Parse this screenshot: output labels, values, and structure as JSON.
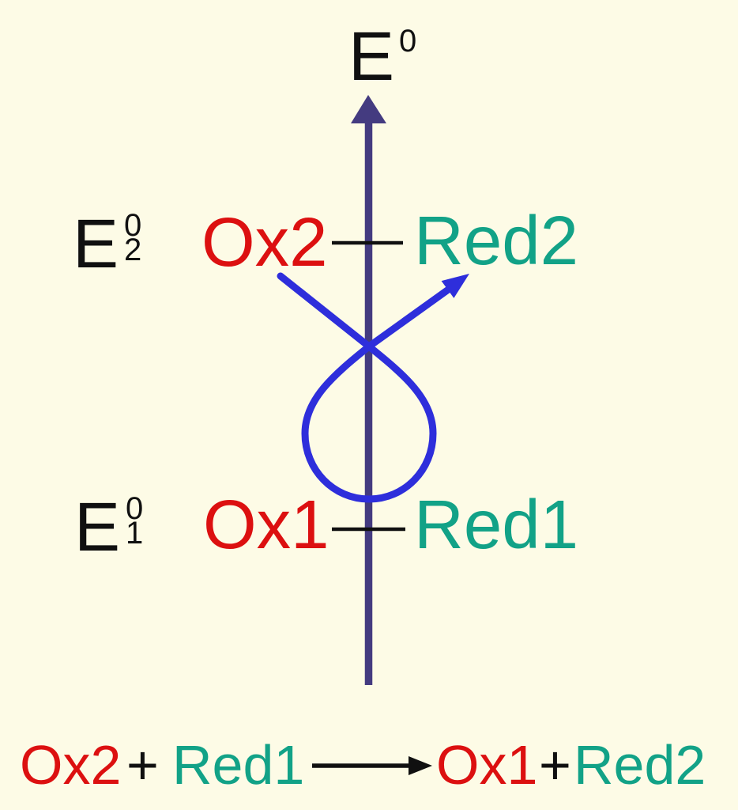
{
  "diagram": {
    "title_semantics": "Redox couples ordered on a standard potential scale with spontaneous electron-transfer reaction",
    "background": "#FDFBE6",
    "colors": {
      "oxidized_species": "#DC1010",
      "reduced_species": "#12A287",
      "potential_axis": "#443B80",
      "transfer_loop_arrow": "#2E2EDB",
      "text_and_ticks": "#101010"
    },
    "axis": {
      "symbol": "E",
      "superscript": "0"
    },
    "levels": [
      {
        "potential": {
          "symbol": "E",
          "superscript": "0",
          "subscript": "2"
        },
        "oxidized": "Ox2",
        "reduced": "Red2"
      },
      {
        "potential": {
          "symbol": "E",
          "superscript": "0",
          "subscript": "1"
        },
        "oxidized": "Ox1",
        "reduced": "Red1"
      }
    ],
    "reaction": {
      "reactant_oxidized": "Ox2",
      "operator1": "+",
      "reactant_reduced": "Red1",
      "product_oxidized": "Ox1",
      "operator2": "+",
      "product_reduced": "Red2"
    }
  }
}
